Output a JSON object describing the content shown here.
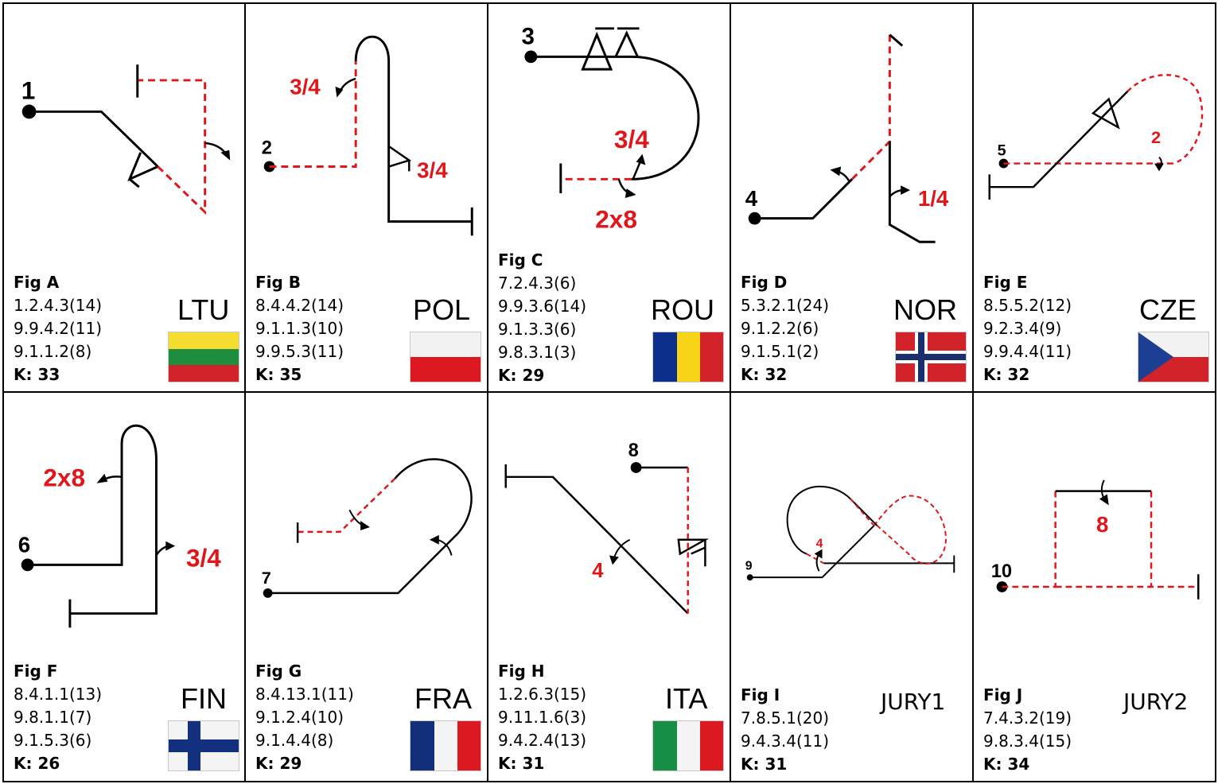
{
  "colors": {
    "line": "#000000",
    "dashed": "#e0161b",
    "label_red": "#e0161b",
    "border": "#000000"
  },
  "figures": [
    {
      "id": "A",
      "title": "Fig A",
      "codes": [
        "1.2.4.3(14)",
        "9.9.4.2(11)",
        "9.1.1.2(8)"
      ],
      "k": "K: 33",
      "country": "LTU",
      "flag": "flag-lithuania",
      "start_number": "1",
      "labels": []
    },
    {
      "id": "B",
      "title": "Fig B",
      "codes": [
        "8.4.4.2(14)",
        "9.1.1.3(10)",
        "9.9.5.3(11)"
      ],
      "k": "K: 35",
      "country": "POL",
      "flag": "flag-poland",
      "start_number": "2",
      "labels": [
        "3/4",
        "3/4"
      ]
    },
    {
      "id": "C",
      "title": "Fig C",
      "codes": [
        "7.2.4.3(6)",
        "9.9.3.6(14)",
        "9.1.3.3(6)",
        "9.8.3.1(3)"
      ],
      "k": "K: 29",
      "country": "ROU",
      "flag": "flag-romania",
      "start_number": "3",
      "labels": [
        "3/4",
        "2x8"
      ]
    },
    {
      "id": "D",
      "title": "Fig D",
      "codes": [
        "5.3.2.1(24)",
        "9.1.2.2(6)",
        "9.1.5.1(2)"
      ],
      "k": "K: 32",
      "country": "NOR",
      "flag": "flag-norway",
      "start_number": "4",
      "labels": [
        "1/4"
      ]
    },
    {
      "id": "E",
      "title": "Fig E",
      "codes": [
        "8.5.5.2(12)",
        "9.2.3.4(9)",
        "9.9.4.4(11)"
      ],
      "k": "K: 32",
      "country": "CZE",
      "flag": "flag-czechia",
      "start_number": "5",
      "labels": [
        "2"
      ]
    },
    {
      "id": "F",
      "title": "Fig F",
      "codes": [
        "8.4.1.1(13)",
        "9.8.1.1(7)",
        "9.1.5.3(6)"
      ],
      "k": "K: 26",
      "country": "FIN",
      "flag": "flag-finland",
      "start_number": "6",
      "labels": [
        "2x8",
        "3/4"
      ]
    },
    {
      "id": "G",
      "title": "Fig G",
      "codes": [
        "8.4.13.1(11)",
        "9.1.2.4(10)",
        "9.1.4.4(8)"
      ],
      "k": "K: 29",
      "country": "FRA",
      "flag": "flag-france",
      "start_number": "7",
      "labels": []
    },
    {
      "id": "H",
      "title": "Fig H",
      "codes": [
        "1.2.6.3(15)",
        "9.11.1.6(3)",
        "9.4.2.4(13)"
      ],
      "k": "K: 31",
      "country": "ITA",
      "flag": "flag-italy",
      "start_number": "8",
      "labels": [
        "4"
      ]
    },
    {
      "id": "I",
      "title": "Fig I",
      "codes": [
        "7.8.5.1(20)",
        "9.4.3.4(11)"
      ],
      "k": "K: 31",
      "country": "JURY1",
      "flag": "",
      "start_number": "9",
      "labels": [
        "4"
      ]
    },
    {
      "id": "J",
      "title": "Fig J",
      "codes": [
        "7.4.3.2(19)",
        "9.8.3.4(15)"
      ],
      "k": "K: 34",
      "country": "JURY2",
      "flag": "",
      "start_number": "10",
      "labels": [
        "8"
      ]
    }
  ]
}
